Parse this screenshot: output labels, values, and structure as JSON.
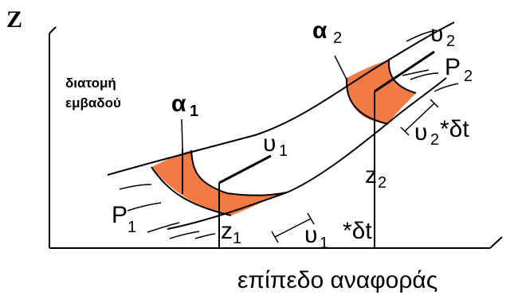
{
  "colors": {
    "fill": "#f27a45",
    "ink": "#000000"
  },
  "labels": {
    "axis_z": "Z",
    "cross_section_line1": "διατομή",
    "cross_section_line2": "εμβαδού",
    "alpha1": "α",
    "alpha1_sub": "1",
    "alpha2": "α",
    "alpha2_sub": "2",
    "v1": "υ",
    "v1_sub": "1",
    "v2": "υ",
    "v2_sub": "2",
    "p1": "P",
    "p1_sub": "1",
    "p2": "P",
    "p2_sub": "2",
    "z1": "z",
    "z1_sub": "1",
    "z2": "z",
    "z2_sub": "2",
    "v1dt_sym": "υ",
    "v1dt_sub": "1",
    "v1dt_rest": "*δt",
    "v2dt_sym": "υ",
    "v2dt_sub": "2",
    "v2dt_rest": "*δt",
    "reference_plane": "επίπεδο αναφοράς"
  }
}
